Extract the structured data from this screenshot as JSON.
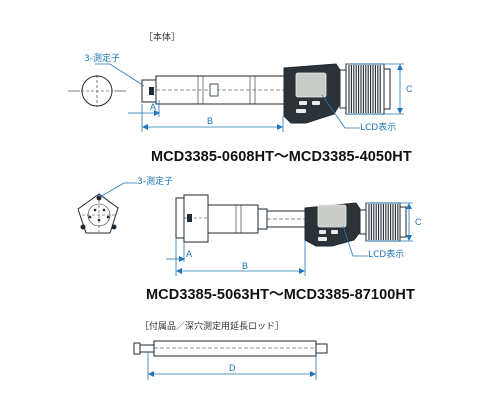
{
  "sections": {
    "body_label": "［本体］",
    "accessory_label": "［付属品／深穴測定用延長ロッド］"
  },
  "models": {
    "top": "MCD3385-0608HT～MCD3385-4050HT",
    "middle": "MCD3385-5063HT～MCD3385-87100HT"
  },
  "callouts": {
    "probe_top": "3-測定子",
    "probe_mid": "3-測定子",
    "lcd_top": "LCD表示",
    "lcd_mid": "LCD表示"
  },
  "dimensions": {
    "top": {
      "a": "A",
      "b": "B",
      "c": "C"
    },
    "middle": {
      "a": "A",
      "b": "B",
      "c": "C"
    },
    "rod": {
      "d": "D"
    }
  },
  "colors": {
    "outline": "#1f2a33",
    "dimension": "#2176b8",
    "body_dark": "#2b3238",
    "lcd": "#c9ccc8"
  }
}
